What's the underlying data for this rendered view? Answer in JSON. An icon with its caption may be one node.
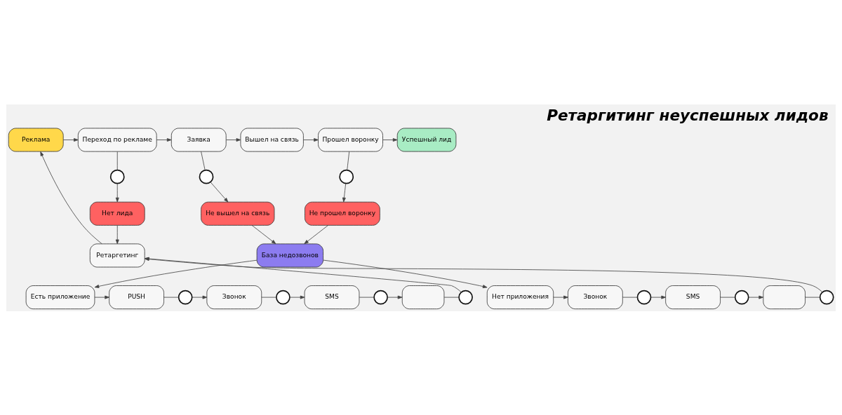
{
  "diagram": {
    "title": "Ретаргитинг неуспешных лидов",
    "nodes": [
      {
        "text": [
          "Реклама"
        ]
      },
      {
        "text": [
          "Переход по рекламе"
        ]
      },
      {
        "text": [
          "Заявка"
        ]
      },
      {
        "text": [
          "Вышел на связь"
        ]
      },
      {
        "text": [
          "Прошел воронку"
        ]
      },
      {
        "text": [
          "Успешный лид"
        ]
      },
      {
        "text": [],
        "shape": "circle"
      },
      {
        "text": [],
        "shape": "circle"
      },
      {
        "text": [],
        "shape": "circle"
      },
      {
        "text": [
          "Нет лида"
        ]
      },
      {
        "text": [
          "Не вышел на связь"
        ]
      },
      {
        "text": [
          "Не прошел воронку"
        ]
      },
      {
        "text": [
          "Ретаргетинг"
        ]
      },
      {
        "text": [
          "База недозвонов"
        ]
      },
      {
        "text": [
          "Есть приложение"
        ]
      },
      {
        "text": [
          "PUSH"
        ]
      },
      {
        "text": [],
        "shape": "circle"
      },
      {
        "text": [
          "Звонок"
        ]
      },
      {
        "text": [],
        "shape": "circle"
      },
      {
        "text": [
          "SMS"
        ]
      },
      {
        "text": [],
        "shape": "circle"
      },
      {
        "text": [],
        "shape": "box"
      },
      {
        "text": [],
        "shape": "circle"
      },
      {
        "text": [
          "Нет приложения"
        ]
      },
      {
        "text": [
          "Звонок"
        ]
      },
      {
        "text": [],
        "shape": "circle"
      },
      {
        "text": [
          "SMS"
        ]
      },
      {
        "text": [],
        "shape": "circle"
      },
      {
        "text": [],
        "shape": "box"
      },
      {
        "text": [],
        "shape": "circle"
      }
    ],
    "edges": [
      {
        "from": 0,
        "to": 1,
        "arrow": "to"
      },
      {
        "from": 1,
        "to": 2,
        "arrow": "to"
      },
      {
        "from": 2,
        "to": 3,
        "arrow": "to"
      },
      {
        "from": 3,
        "to": 4,
        "arrow": "to"
      },
      {
        "from": 4,
        "to": 5,
        "arrow": "to"
      },
      {
        "from": 1,
        "to": 6,
        "arrow": "none"
      },
      {
        "from": 6,
        "to": 9,
        "arrow": "to"
      },
      {
        "from": 2,
        "to": 7,
        "arrow": "none"
      },
      {
        "from": 7,
        "to": 10,
        "arrow": "to"
      },
      {
        "from": 4,
        "to": 8,
        "arrow": "none"
      },
      {
        "from": 8,
        "to": 11,
        "arrow": "to"
      },
      {
        "from": 9,
        "to": 12,
        "arrow": "to"
      },
      {
        "from": 12,
        "to": 0,
        "arrow": "to"
      },
      {
        "from": 10,
        "to": 13,
        "arrow": "to"
      },
      {
        "from": 11,
        "to": 13,
        "arrow": "to"
      },
      {
        "from": 13,
        "to": 14,
        "arrow": "to"
      },
      {
        "from": 13,
        "to": 23,
        "arrow": "to"
      },
      {
        "from": 14,
        "to": 15,
        "arrow": "to"
      },
      {
        "from": 15,
        "to": 16,
        "arrow": "none"
      },
      {
        "from": 16,
        "to": 17,
        "arrow": "to"
      },
      {
        "from": 17,
        "to": 18,
        "arrow": "none"
      },
      {
        "from": 18,
        "to": 19,
        "arrow": "to"
      },
      {
        "from": 19,
        "to": 20,
        "arrow": "none"
      },
      {
        "from": 20,
        "to": 21,
        "arrow": "to"
      },
      {
        "from": 21,
        "to": 22,
        "arrow": "none"
      },
      {
        "from": 22,
        "to": 12,
        "arrow": "to"
      },
      {
        "from": 23,
        "to": 24,
        "arrow": "to"
      },
      {
        "from": 24,
        "to": 25,
        "arrow": "none"
      },
      {
        "from": 25,
        "to": 26,
        "arrow": "to"
      },
      {
        "from": 26,
        "to": 27,
        "arrow": "none"
      },
      {
        "from": 27,
        "to": 28,
        "arrow": "to"
      },
      {
        "from": 28,
        "to": 29,
        "arrow": "none"
      },
      {
        "from": 29,
        "to": 12,
        "arrow": "to"
      }
    ]
  }
}
